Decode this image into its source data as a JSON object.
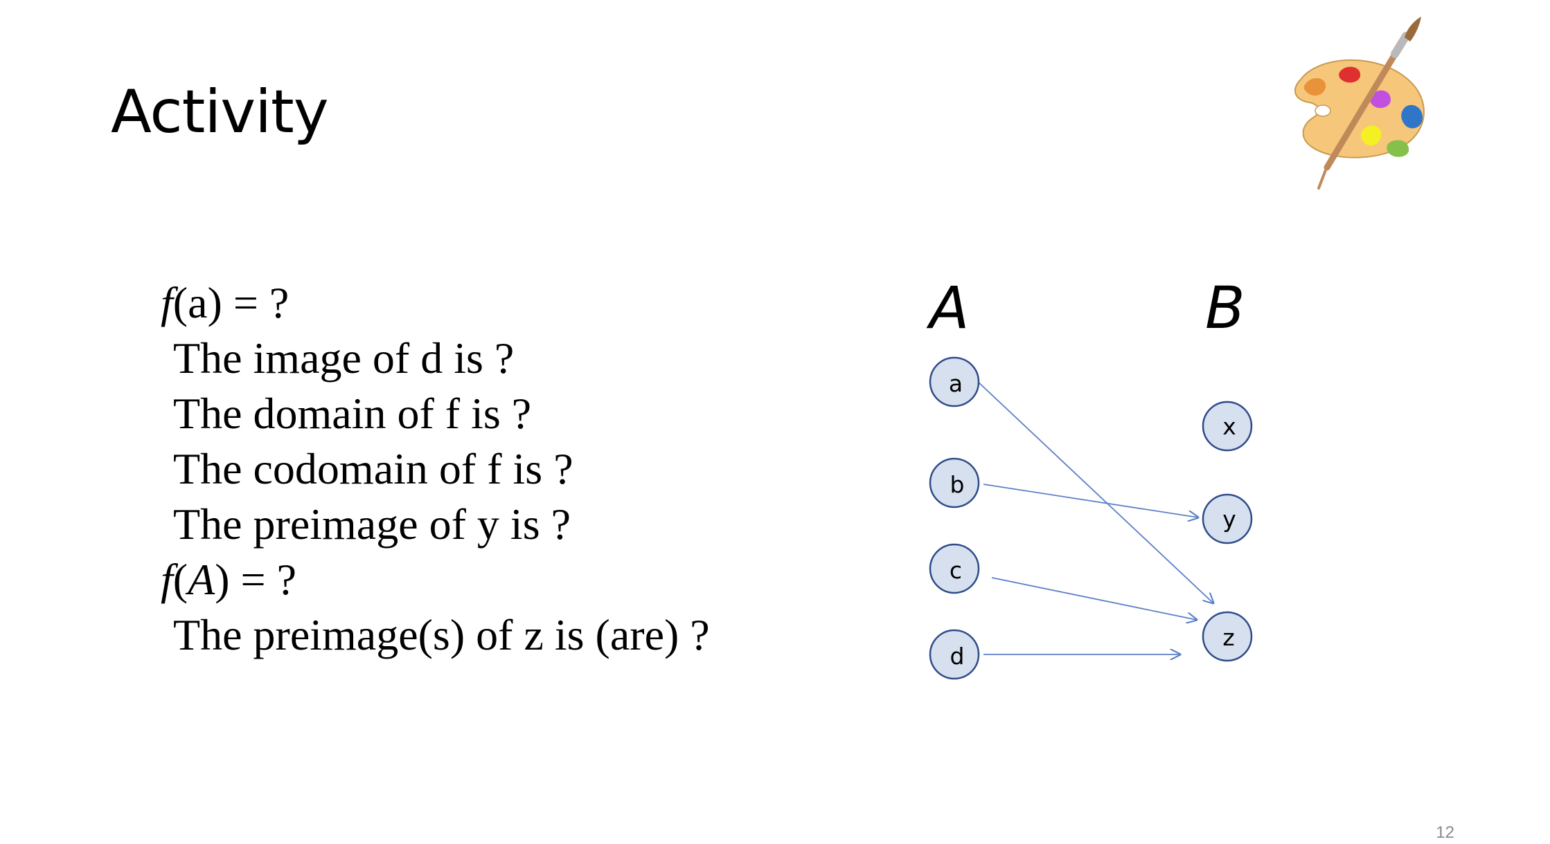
{
  "slide": {
    "title": "Activity",
    "page_number": "12"
  },
  "questions": [
    {
      "prefix": "f",
      "rest": "(a) = ?"
    },
    {
      "text": "The image of d is ?"
    },
    {
      "text": "The domain of f is ?"
    },
    {
      "text": "The codomain of f is ?"
    },
    {
      "text": "The preimage of y is ?"
    },
    {
      "prefix": "f",
      "open": "(",
      "arg": "A",
      "rest": ") = ?"
    },
    {
      "text": "The preimage(s) of z is (are) ?"
    }
  ],
  "diagram": {
    "set_a_label": "A",
    "set_b_label": "B",
    "domain_elements": [
      "a",
      "b",
      "c",
      "d"
    ],
    "codomain_elements": [
      "x",
      "y",
      "z"
    ],
    "mapping": [
      {
        "from": "a",
        "to": "z"
      },
      {
        "from": "b",
        "to": "y"
      },
      {
        "from": "c",
        "to": "z"
      },
      {
        "from": "d",
        "to": "z"
      }
    ],
    "node_fill": "#d6e0ef",
    "node_stroke": "#2f4b8a",
    "arrow_color": "#5b7fc8"
  },
  "decoration": {
    "icon": "paint-palette-icon"
  }
}
